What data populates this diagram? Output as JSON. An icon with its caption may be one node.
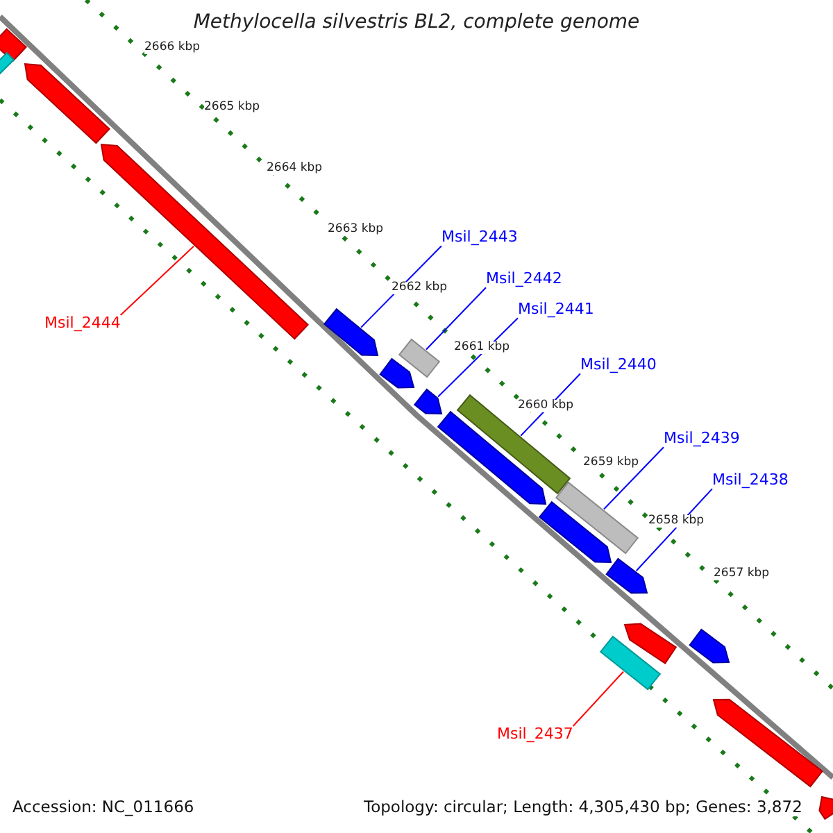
{
  "diagram": {
    "title": "Methylocella silvestris BL2, complete genome",
    "nodes": [
      {
        "text": [
          "Msil_2443"
        ]
      },
      {
        "text": [
          "Msil_2442"
        ]
      },
      {
        "text": [
          "Msil_2441"
        ]
      },
      {
        "text": [
          "Msil_2444"
        ]
      },
      {
        "text": [
          "Msil_2440"
        ]
      },
      {
        "text": [
          "Msil_2439"
        ]
      },
      {
        "text": [
          "Msil_2438"
        ]
      },
      {
        "text": [
          "Msil_2437"
        ]
      },
      {
        "text": [],
        "shape": "arrow"
      },
      {
        "text": [],
        "shape": "arrow"
      },
      {
        "text": [],
        "shape": "arrow"
      },
      {
        "text": [],
        "shape": "arrow"
      },
      {
        "text": [],
        "shape": "arrow"
      },
      {
        "text": [],
        "shape": "arrow"
      },
      {
        "text": [],
        "shape": "arrow"
      },
      {
        "text": [],
        "shape": "arrow"
      },
      {
        "text": [],
        "shape": "arrow"
      },
      {
        "text": [],
        "shape": "arrow"
      },
      {
        "text": [],
        "shape": "arrow"
      },
      {
        "text": [],
        "shape": "arrow"
      },
      {
        "text": [],
        "shape": "arrow"
      },
      {
        "text": [],
        "shape": "arrow"
      },
      {
        "text": [],
        "shape": "arrow"
      },
      {
        "text": [],
        "shape": "arrow"
      },
      {
        "text": [],
        "shape": "arrow"
      },
      {
        "text": [],
        "shape": "arrow"
      }
    ],
    "edges": [
      {
        "from": 0,
        "to": 12,
        "arrow": "none"
      },
      {
        "from": 1,
        "to": 13,
        "arrow": "none"
      },
      {
        "from": 2,
        "to": 15,
        "arrow": "none"
      },
      {
        "from": 3,
        "to": 11,
        "arrow": "none",
        "color": "#ff0000"
      },
      {
        "from": 4,
        "to": 16,
        "arrow": "none"
      },
      {
        "from": 5,
        "to": 18,
        "arrow": "none"
      },
      {
        "from": 6,
        "to": 20,
        "arrow": "none"
      },
      {
        "from": 7,
        "to": 22,
        "arrow": "none",
        "color": "#ff0000"
      }
    ],
    "labels": [
      "2666 kbp",
      "2665 kbp",
      "2664 kbp",
      "2663 kbp",
      "2662 kbp",
      "2661 kbp",
      "2660 kbp",
      "2659 kbp",
      "2658 kbp",
      "2657 kbp",
      "Accession: NC_011666",
      "Topology: circular; Length: 4,305,430 bp; Genes: 3,872"
    ]
  }
}
